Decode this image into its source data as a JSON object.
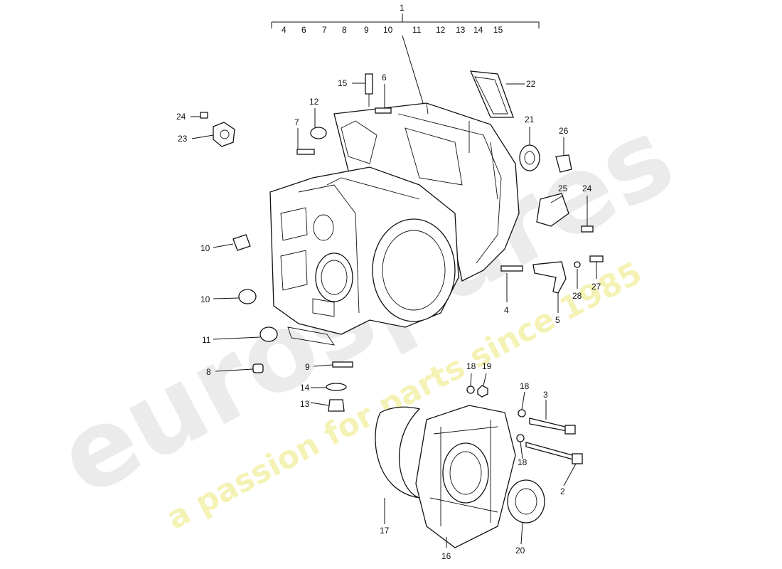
{
  "watermark": {
    "brand": "eurospares",
    "tagline": "a passion for parts since 1985",
    "brand_color": "#d9d9d9",
    "tagline_color": "#f2ee9c"
  },
  "group_label": "1",
  "group_items": [
    "4",
    "6",
    "7",
    "8",
    "9",
    "10",
    "11",
    "12",
    "13",
    "14",
    "15"
  ],
  "callouts": {
    "c2": "2",
    "c3": "3",
    "c4": "4",
    "c5": "5",
    "c6": "6",
    "c7": "7",
    "c8": "8",
    "c9": "9",
    "c10a": "10",
    "c10b": "10",
    "c11": "11",
    "c12": "12",
    "c13": "13",
    "c14": "14",
    "c15": "15",
    "c16": "16",
    "c17": "17",
    "c18a": "18",
    "c18b": "18",
    "c18c": "18",
    "c19": "19",
    "c20": "20",
    "c21": "21",
    "c22": "22",
    "c23": "23",
    "c24a": "24",
    "c24b": "24",
    "c25": "25",
    "c26": "26",
    "c27": "27",
    "c28": "28"
  }
}
